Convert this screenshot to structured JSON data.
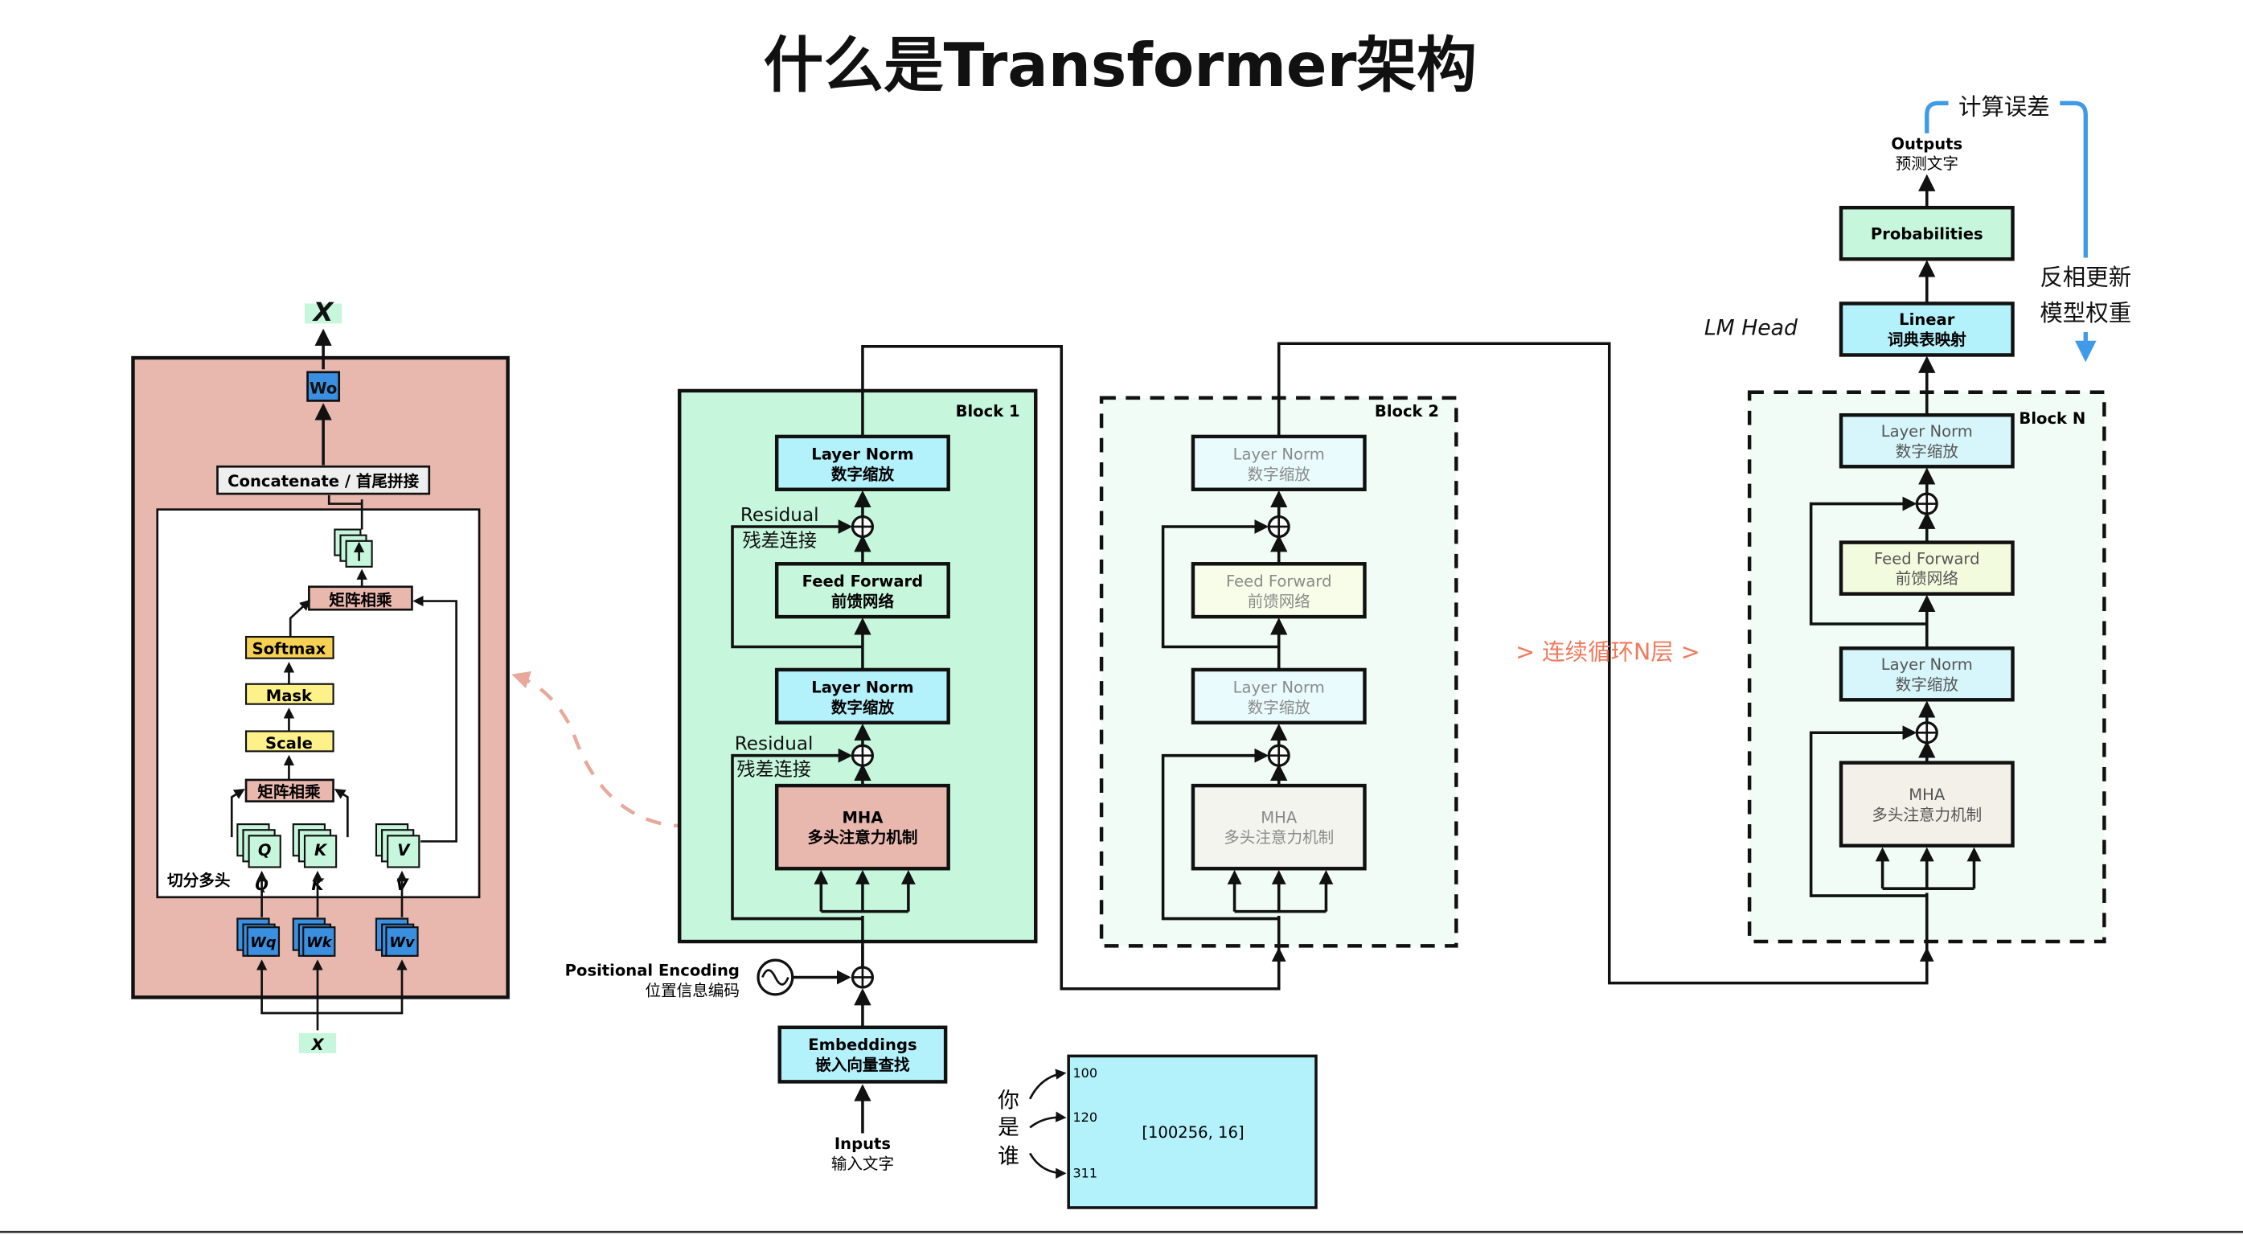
{
  "title": "什么是Transformer架构",
  "attention": {
    "x_top": "X",
    "wo": "Wo",
    "concat": "Concatenate / 首尾拼接",
    "matmul_top": "矩阵相乘",
    "softmax": "Softmax",
    "mask": "Mask",
    "scale": "Scale",
    "matmul_bottom": "矩阵相乘",
    "q": "Q",
    "k": "K",
    "v": "V",
    "q_label": "Q",
    "k_label": "K",
    "v_label": "V",
    "split_heads": "切分多头",
    "wq": "Wq",
    "wk": "Wk",
    "wv": "Wv",
    "x_bottom": "X"
  },
  "block1": {
    "name": "Block 1",
    "ln_top_en": "Layer Norm",
    "ln_top_zh": "数字缩放",
    "ff_en": "Feed Forward",
    "ff_zh": "前馈网络",
    "ln_mid_en": "Layer Norm",
    "ln_mid_zh": "数字缩放",
    "mha_en": "MHA",
    "mha_zh": "多头注意力机制",
    "residual1_en": "Residual",
    "residual1_zh": "残差连接",
    "residual2_en": "Residual",
    "residual2_zh": "残差连接"
  },
  "block2": {
    "name": "Block 2",
    "ln_top_en": "Layer Norm",
    "ln_top_zh": "数字缩放",
    "ff_en": "Feed Forward",
    "ff_zh": "前馈网络",
    "ln_mid_en": "Layer Norm",
    "ln_mid_zh": "数字缩放",
    "mha_en": "MHA",
    "mha_zh": "多头注意力机制"
  },
  "blockN": {
    "name": "Block N",
    "ln_top_en": "Layer Norm",
    "ln_top_zh": "数字缩放",
    "ff_en": "Feed Forward",
    "ff_zh": "前馈网络",
    "ln_mid_en": "Layer Norm",
    "ln_mid_zh": "数字缩放",
    "mha_en": "MHA",
    "mha_zh": "多头注意力机制"
  },
  "repeat_label": "> 连续循环N层 >",
  "positional": {
    "en": "Positional Encoding",
    "zh": "位置信息编码"
  },
  "embeddings": {
    "en": "Embeddings",
    "zh": "嵌入向量查找"
  },
  "inputs": {
    "en": "Inputs",
    "zh": "输入文字"
  },
  "tokens": {
    "chars": [
      "你",
      "是",
      "谁"
    ],
    "ids": [
      "100",
      "120",
      "311"
    ],
    "matrix": "[100256, 16]"
  },
  "head": {
    "lm_head": "LM Head",
    "linear_en": "Linear",
    "linear_zh": "词典表映射",
    "prob": "Probabilities",
    "outputs_en": "Outputs",
    "outputs_zh": "预测文字",
    "calc_error": "计算误差",
    "backprop_1": "反相更新",
    "backprop_2": "模型权重"
  },
  "colors": {
    "attn_bg": "#e8b7ae",
    "block1_bg": "#c6f7dd",
    "cyan_box": "#b3f1fb",
    "mha_red": "#e8b7ae",
    "ff_green": "#c6f7dd",
    "softmax": "#f7d154",
    "mask_scale": "#fdf28a",
    "w_blue": "#3b8fe0",
    "accent_blue": "#3f9ae8",
    "dash_salmon": "#e8a99b",
    "repeat_orange": "#ee7b5e"
  }
}
